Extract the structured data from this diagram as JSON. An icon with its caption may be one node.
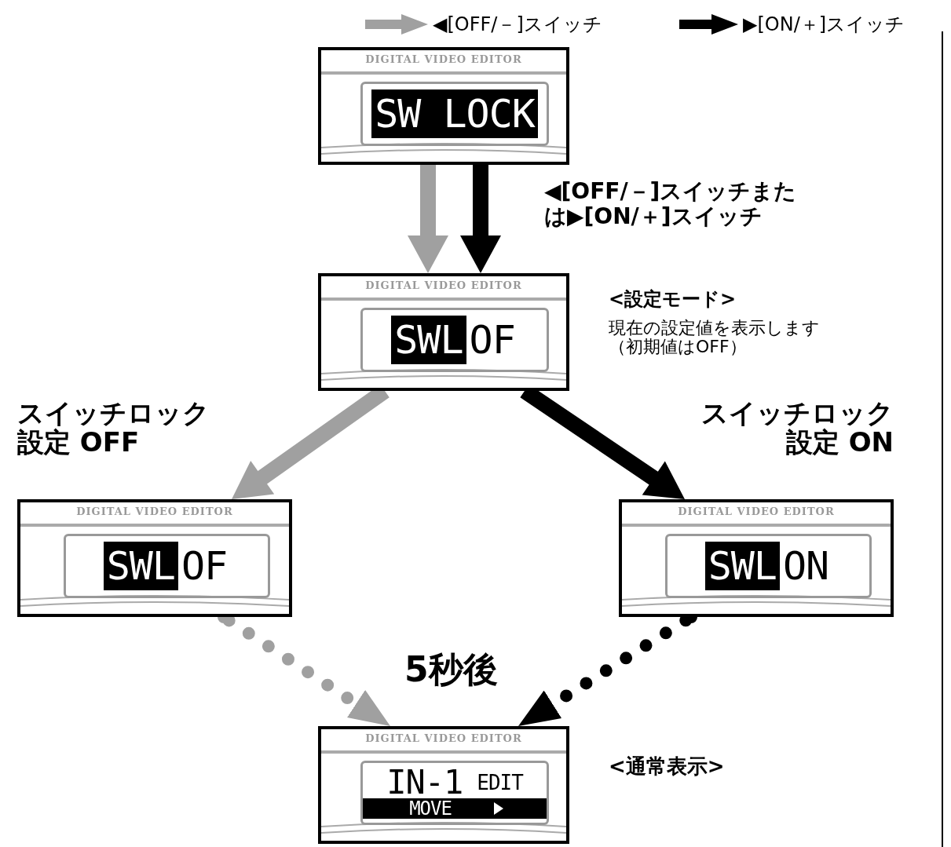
{
  "diagram": {
    "nodes": [
      {
        "text": [
          "DIGITAL VIDEO EDITOR",
          "SW LOCK"
        ]
      },
      {
        "text": [
          "DIGITAL VIDEO EDITOR",
          "SWL",
          "OF"
        ],
        "beside": [
          "<設定モード>",
          "現在の設定値を表示します（初期値はOFF）"
        ]
      },
      {
        "text": [
          "DIGITAL VIDEO EDITOR",
          "SWL",
          "OF"
        ],
        "beside": [
          "スイッチロック設定 OFF"
        ]
      },
      {
        "text": [
          "DIGITAL VIDEO EDITOR",
          "SWL",
          "ON"
        ],
        "beside": [
          "スイッチロック設定 ON"
        ]
      },
      {
        "text": [
          "DIGITAL VIDEO EDITOR",
          "IN-1",
          "EDIT",
          "MOVE"
        ],
        "beside": [
          "<通常表示>"
        ]
      }
    ],
    "edges": [
      {
        "from": 0,
        "to": 1,
        "arrow": "to",
        "style": "thick",
        "color": "#a0a0a0"
      },
      {
        "from": 0,
        "to": 1,
        "arrow": "to",
        "style": "thick",
        "color": "#000000"
      },
      {
        "from": 1,
        "to": 2,
        "arrow": "to",
        "style": "thick",
        "color": "#a0a0a0"
      },
      {
        "from": 1,
        "to": 3,
        "arrow": "to",
        "style": "thick",
        "color": "#000000"
      },
      {
        "from": 2,
        "to": 4,
        "arrow": "to",
        "style": "dashed",
        "color": "#a0a0a0"
      },
      {
        "from": 3,
        "to": 4,
        "arrow": "to",
        "style": "dashed",
        "color": "#000000"
      }
    ],
    "labels": [
      "◀[OFF/－]スイッチまたは▶[ON/＋]スイッチ",
      "5秒後"
    ],
    "legend": [
      {
        "text": "◀[OFF/－]スイッチ",
        "color": "#a0a0a0"
      },
      {
        "text": "▶[ON/＋]スイッチ",
        "color": "#000000"
      }
    ]
  }
}
